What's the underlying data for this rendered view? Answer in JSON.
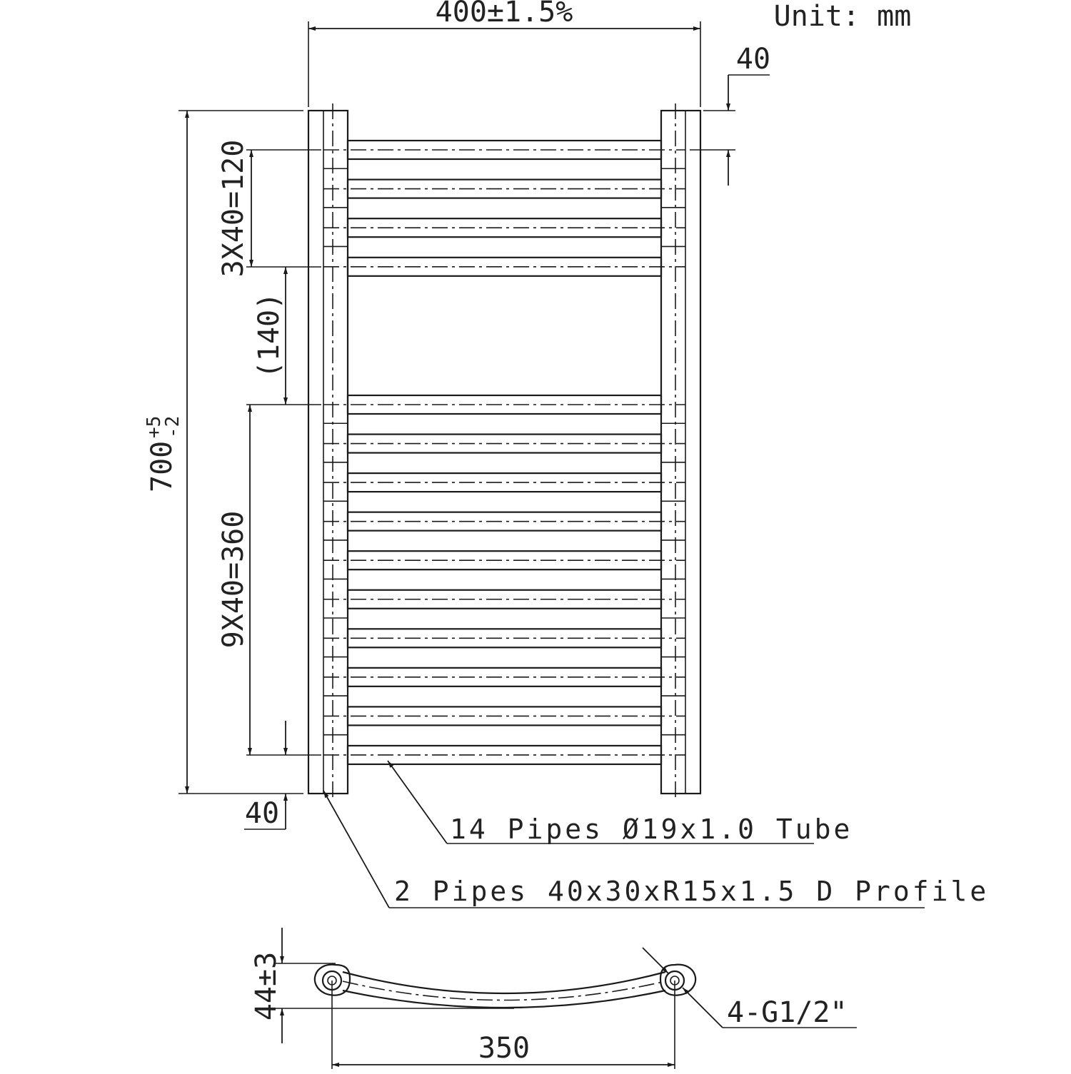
{
  "drawing": {
    "unit_label": "Unit: mm",
    "dimensions": {
      "overall_width": "400±1.5%",
      "overall_height_base": "700",
      "overall_height_plus": "+5",
      "overall_height_minus": "-2",
      "top_offset": "40",
      "bottom_offset": "40",
      "upper_group": "3X40=120",
      "gap": "(140)",
      "lower_group": "9X40=360",
      "depth": "44±3",
      "center_distance": "350"
    },
    "callouts": {
      "crossbars": "14 Pipes Ø19x1.0 Tube",
      "side_rails": "2 Pipes 40x30xR15x1.5 D Profile",
      "connections": "4-G1/2\""
    },
    "crossbar_count": 14,
    "side_rail_count": 2
  }
}
